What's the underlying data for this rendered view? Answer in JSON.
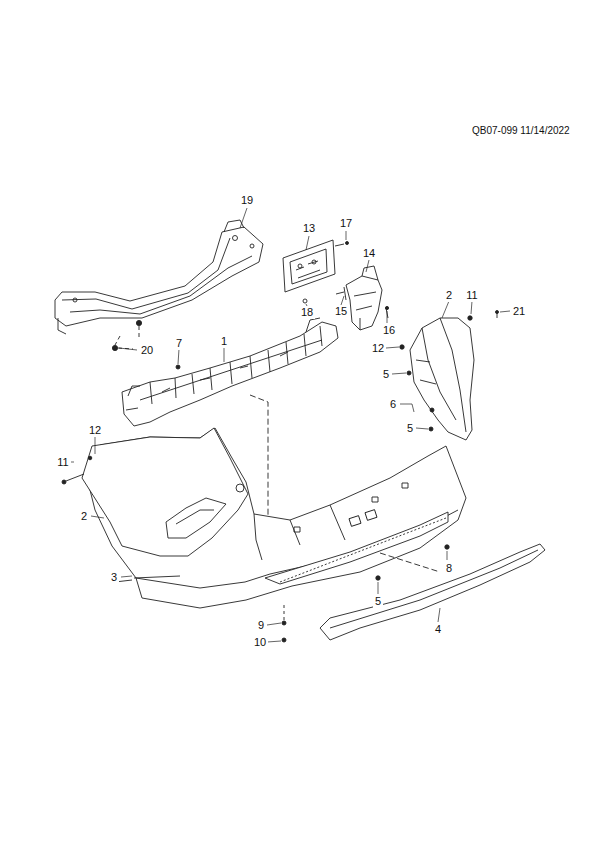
{
  "diagram": {
    "labels": [
      "QB07-099 11/14/2022",
      "19",
      "13",
      "17",
      "14",
      "18",
      "15",
      "16",
      "2",
      "11",
      "21",
      "12",
      "5",
      "6",
      "5",
      "7",
      "1",
      "20",
      "12",
      "11",
      "2",
      "3",
      "9",
      "10",
      "5",
      "8",
      "4"
    ]
  }
}
